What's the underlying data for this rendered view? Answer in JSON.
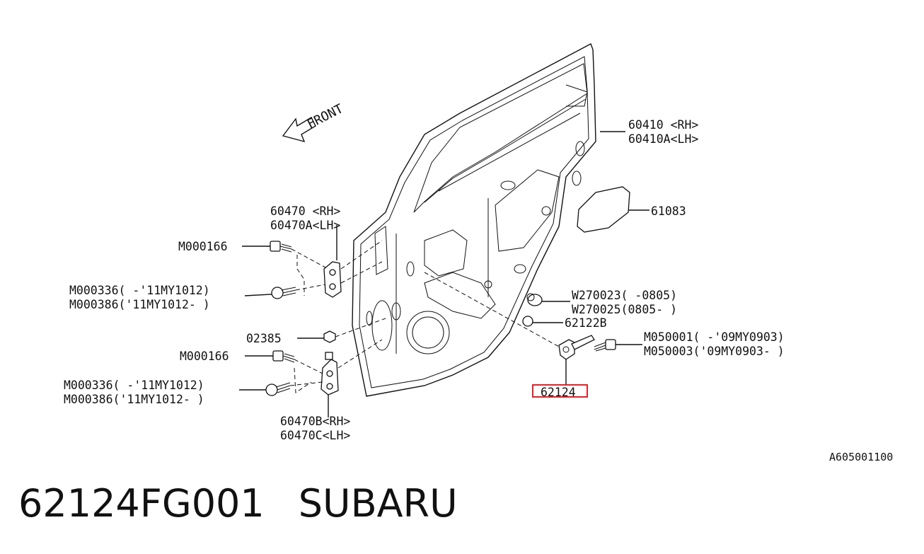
{
  "diagram": {
    "front_label": "FRONT",
    "labels": {
      "door_panel_rh": "60410 <RH>",
      "door_panel_lh": "60410A<LH>",
      "sealing_cover": "61083",
      "upper_hinge_rh": "60470 <RH>",
      "upper_hinge_lh": "60470A<LH>",
      "bolt_upper_1": "M000166",
      "bolt_upper_2a": "M000336( -'11MY1012)",
      "bolt_upper_2b": "M000386('11MY1012- )",
      "nut_small": "02385",
      "bolt_lower_1": "M000166",
      "bolt_lower_2a": "M000336( -'11MY1012)",
      "bolt_lower_2b": "M000386('11MY1012- )",
      "lower_hinge_rh": "60470B<RH>",
      "lower_hinge_lh": "60470C<LH>",
      "grommet_a": "W270023( -0805)",
      "grommet_b": "W270025(0805- )",
      "stopper_bumper": "62122B",
      "checker_bolt_a": "M050001( -'09MY0903)",
      "checker_bolt_b": "M050003('09MY0903- )",
      "door_checker": "62124",
      "diagram_code": "A605001100"
    },
    "highlight_color": "#e0222a"
  },
  "caption": {
    "part_number": "62124FG001",
    "brand": "SUBARU"
  }
}
